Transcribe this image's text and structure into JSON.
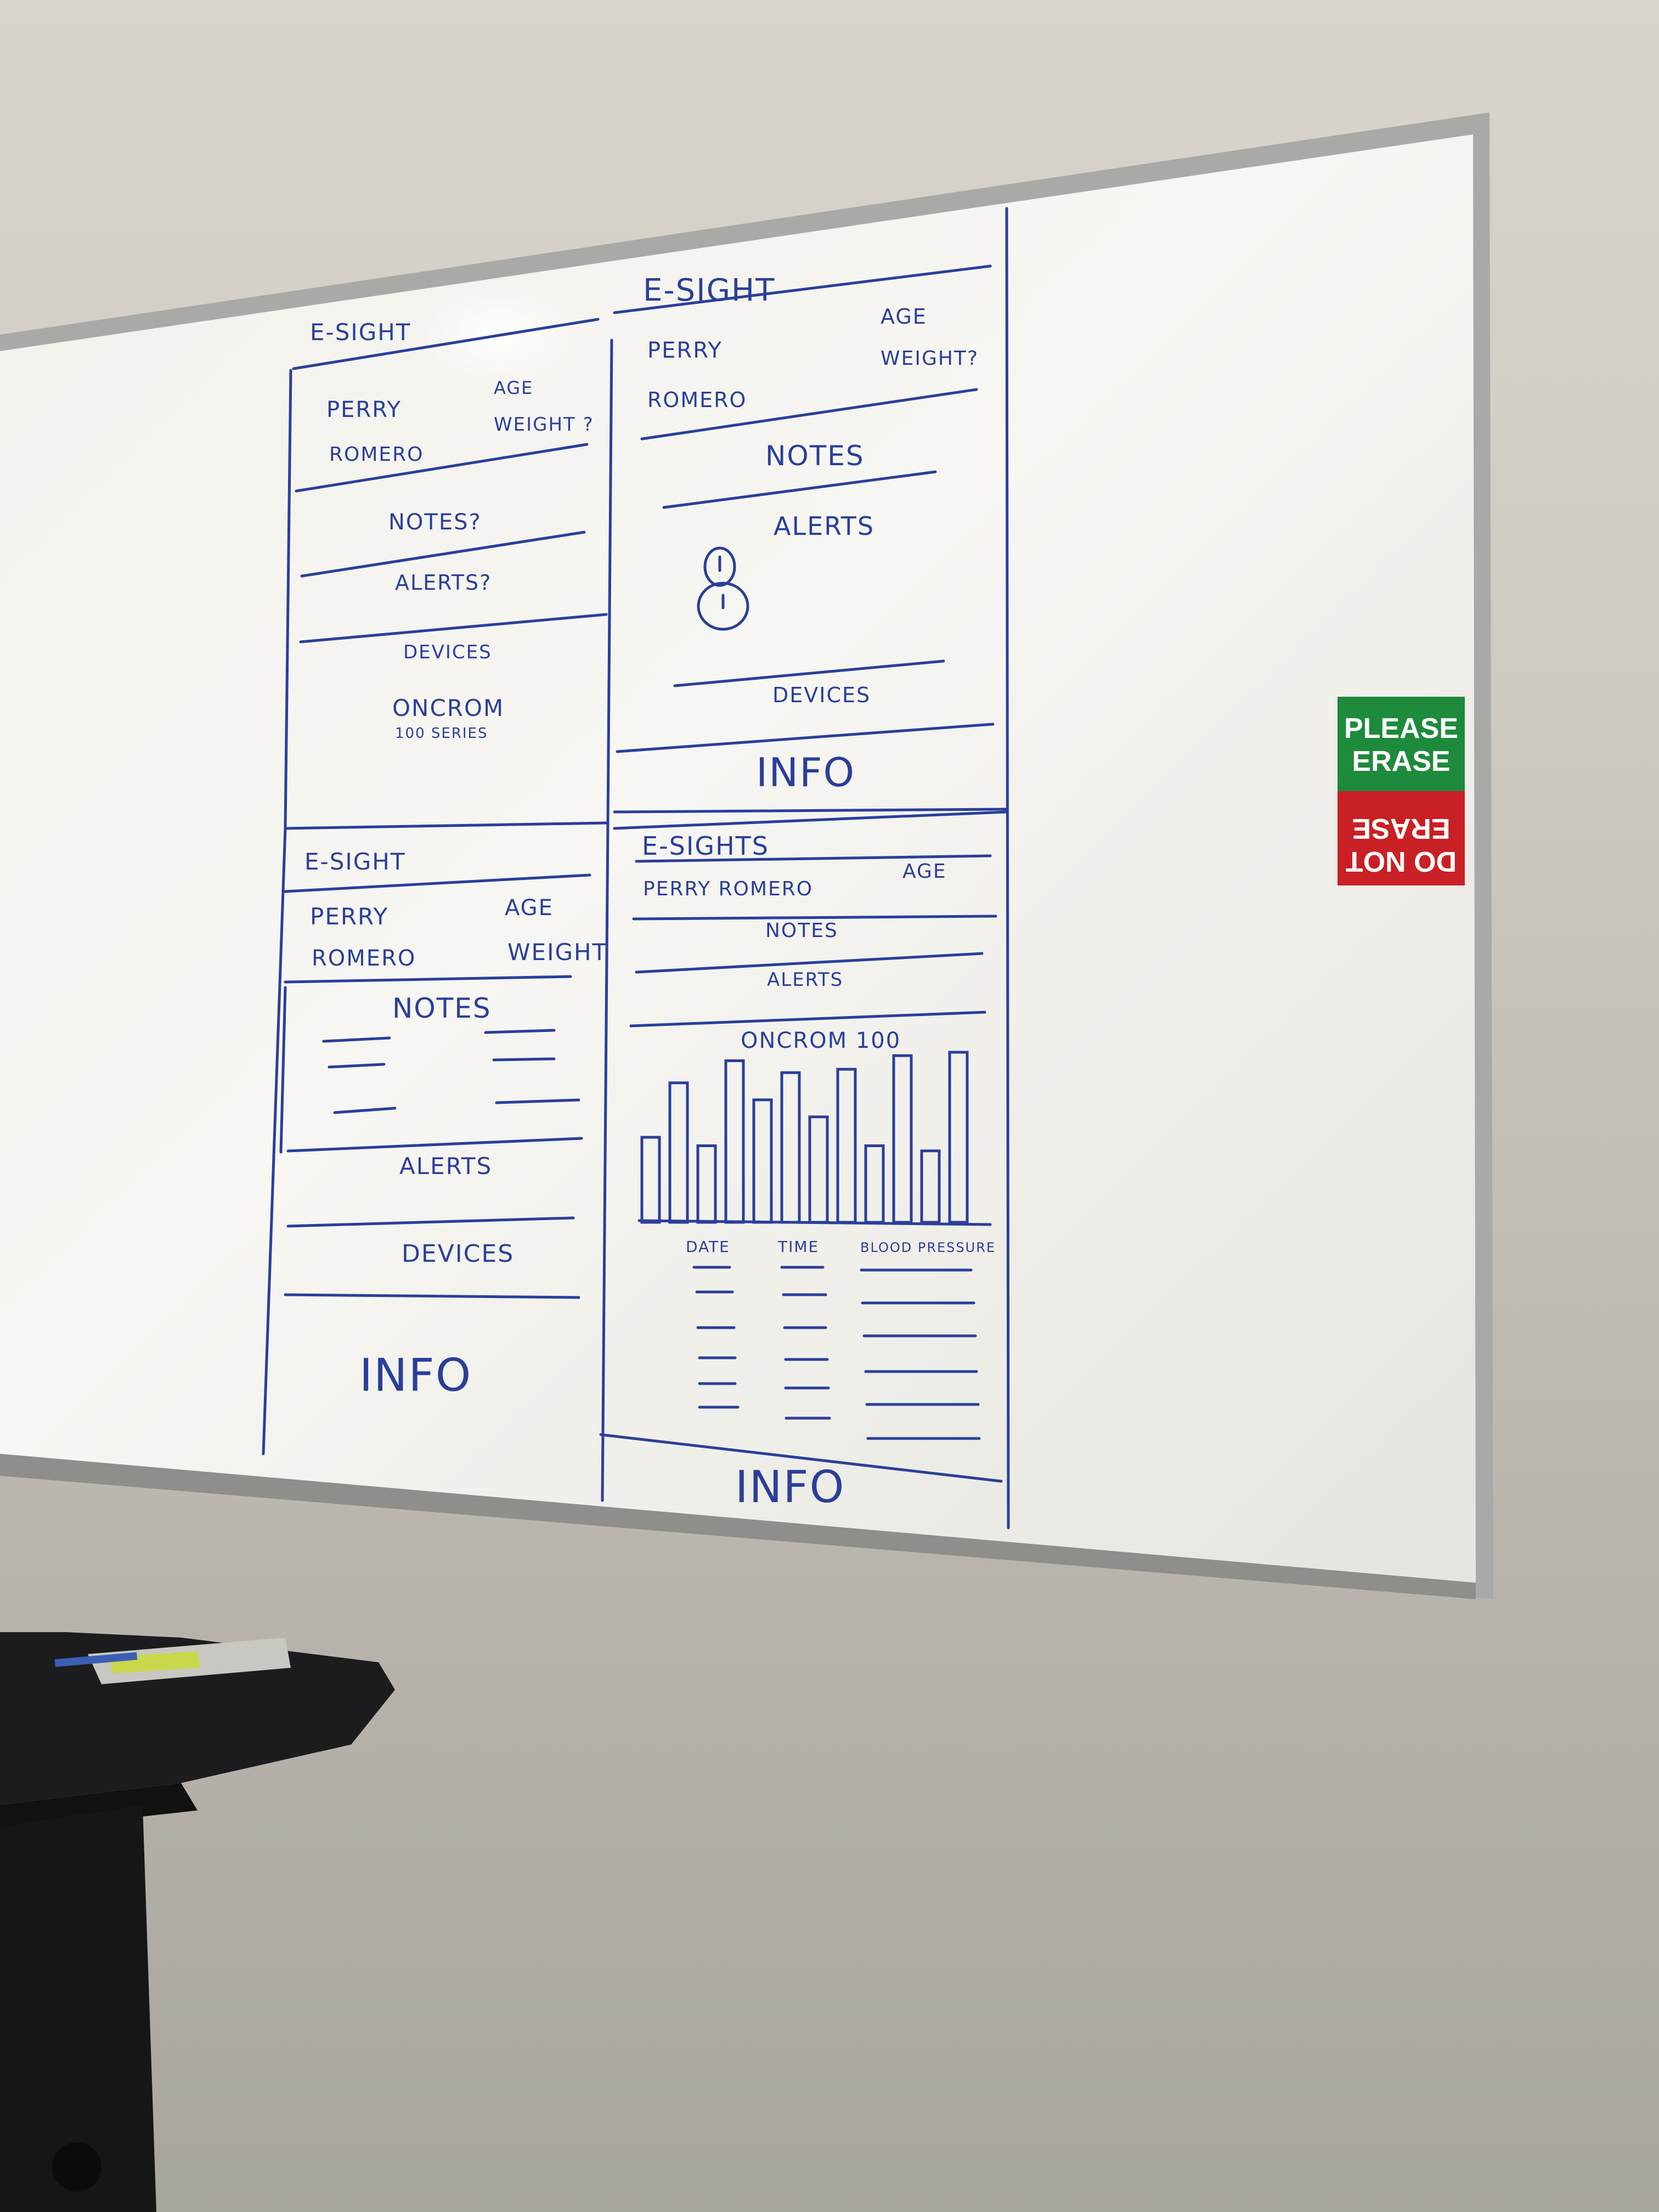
{
  "photo": {
    "subject": "whiteboard-sketch",
    "colors": {
      "wall": "#d3cfc6",
      "board": "#f4f3ef",
      "frame": "#a8a8a6",
      "ink": "#2a3f9a",
      "sticker_green": "#1e8a3c",
      "sticker_red": "#c92025",
      "desk": "#1c1c1e"
    }
  },
  "sketches": [
    {
      "title": "E-SIGHT",
      "name_first": "PERRY",
      "name_last": "ROMERO",
      "age": "AGE",
      "weight": "WEIGHT ?",
      "notes": "NOTES?",
      "alerts": "ALERTS?",
      "devices": "DEVICES",
      "device_name": "ONCROM",
      "device_series": "100 SERIES"
    },
    {
      "title": "E-SIGHT",
      "name_first": "PERRY",
      "name_last": "ROMERO",
      "age": "AGE",
      "weight": "WEIGHT?",
      "notes": "NOTES",
      "alerts": "ALERTS",
      "devices": "DEVICES",
      "info": "INFO"
    },
    {
      "title": "E-SIGHT",
      "name_first": "PERRY",
      "name_last": "ROMERO",
      "age": "AGE",
      "weight": "WEIGHT",
      "notes": "NOTES",
      "alerts": "ALERTS",
      "devices": "DEVICES",
      "info": "INFO"
    },
    {
      "title": "E-SIGHTS",
      "name": "PERRY ROMERO",
      "age": "AGE",
      "notes": "NOTES",
      "alerts": "ALERTS",
      "device": "ONCROM 100",
      "bar_levels": [
        0.5,
        0.82,
        0.45,
        0.95,
        0.72,
        0.88,
        0.62,
        0.9,
        0.45,
        0.98,
        0.42,
        1.0
      ],
      "col_date": "DATE",
      "col_time": "TIME",
      "col_bp": "BLOOD PRESSURE",
      "info": "INFO"
    }
  ],
  "sticker": {
    "top_line1": "PLEASE",
    "top_line2": "ERASE",
    "bottom_line1": "DO NOT",
    "bottom_line2": "ERASE"
  }
}
